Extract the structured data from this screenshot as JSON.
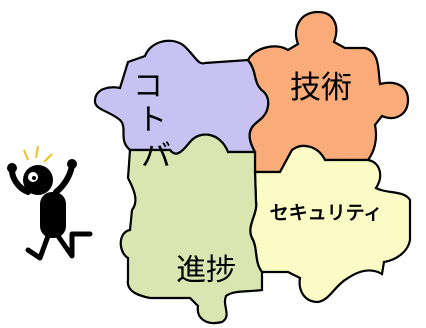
{
  "figure": {
    "puzzle_pieces": [
      {
        "id": "communication",
        "label_chars": [
          "コ",
          "ト",
          "バ"
        ],
        "color": "#c7c2f2"
      },
      {
        "id": "technology",
        "label": "技術",
        "color": "#f9ab79"
      },
      {
        "id": "security",
        "label": "セキュリティ",
        "color": "#fbfbc6"
      },
      {
        "id": "progress",
        "label": "進捗",
        "color": "#d9e6b2"
      }
    ],
    "outline_color": "#000000",
    "character": {
      "icon": "stick-figure-excited-icon",
      "body_color": "#000000",
      "spark_color": "#f0c020"
    }
  }
}
